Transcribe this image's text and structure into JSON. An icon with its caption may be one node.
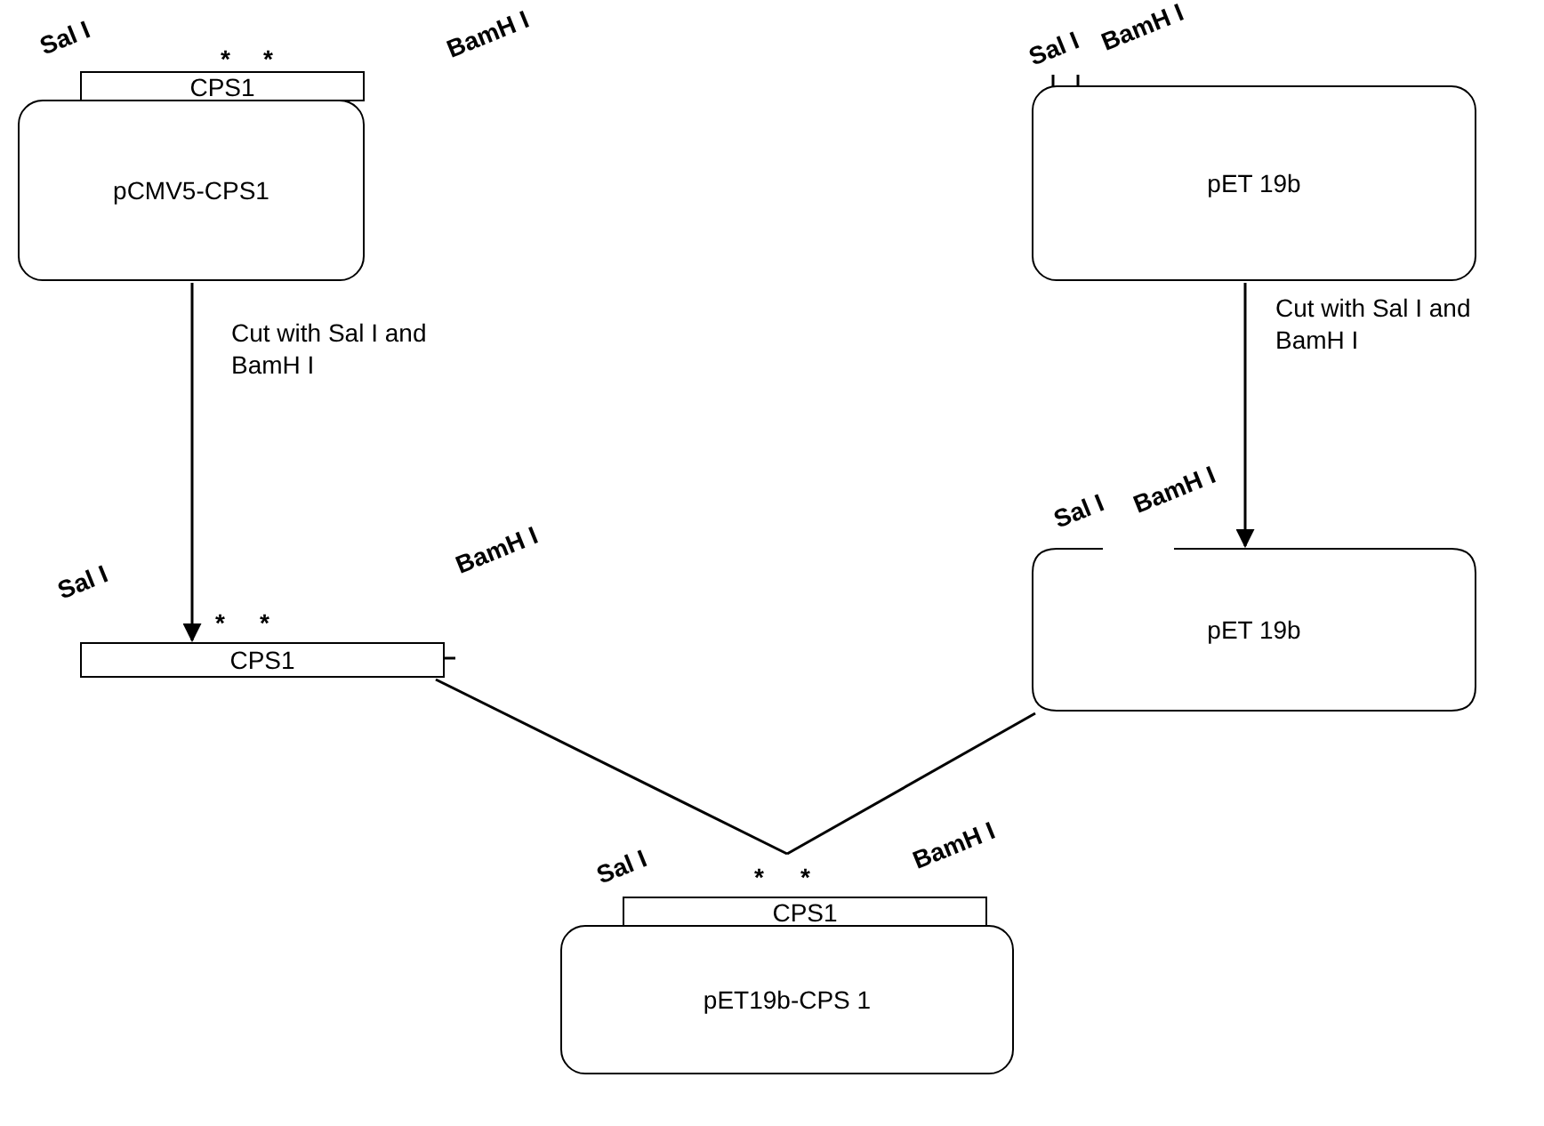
{
  "diagram": {
    "nodes": [
      {
        "text": [
          "pCMV5-CPS1"
        ]
      },
      {
        "text": [
          "CPS1"
        ],
        "beside": [
          "Sal I",
          "*",
          "*",
          "BamH I"
        ]
      },
      {
        "text": [
          "pET 19b"
        ],
        "beside": [
          "Sal I",
          "BamH I"
        ]
      },
      {
        "text": [
          "CPS1"
        ],
        "beside": [
          "Sal I",
          "*",
          "*",
          "BamH I"
        ]
      },
      {
        "text": [
          "pET 19b"
        ],
        "beside": [
          "Sal I",
          "BamH I"
        ]
      },
      {
        "text": [
          "pET19b-CPS 1"
        ]
      },
      {
        "text": [
          "CPS1"
        ],
        "beside": [
          "Sal I",
          "*",
          "*",
          "BamH I"
        ]
      }
    ],
    "edges": [
      {
        "from": 0,
        "to": 3,
        "arrow": "to",
        "label": "Cut with Sal I and BamH I"
      },
      {
        "from": 2,
        "to": 4,
        "arrow": "to",
        "label": "Cut with Sal I and BamH I"
      },
      {
        "from": 3,
        "to": 6,
        "arrow": "none"
      },
      {
        "from": 4,
        "to": 6,
        "arrow": "none"
      }
    ]
  }
}
